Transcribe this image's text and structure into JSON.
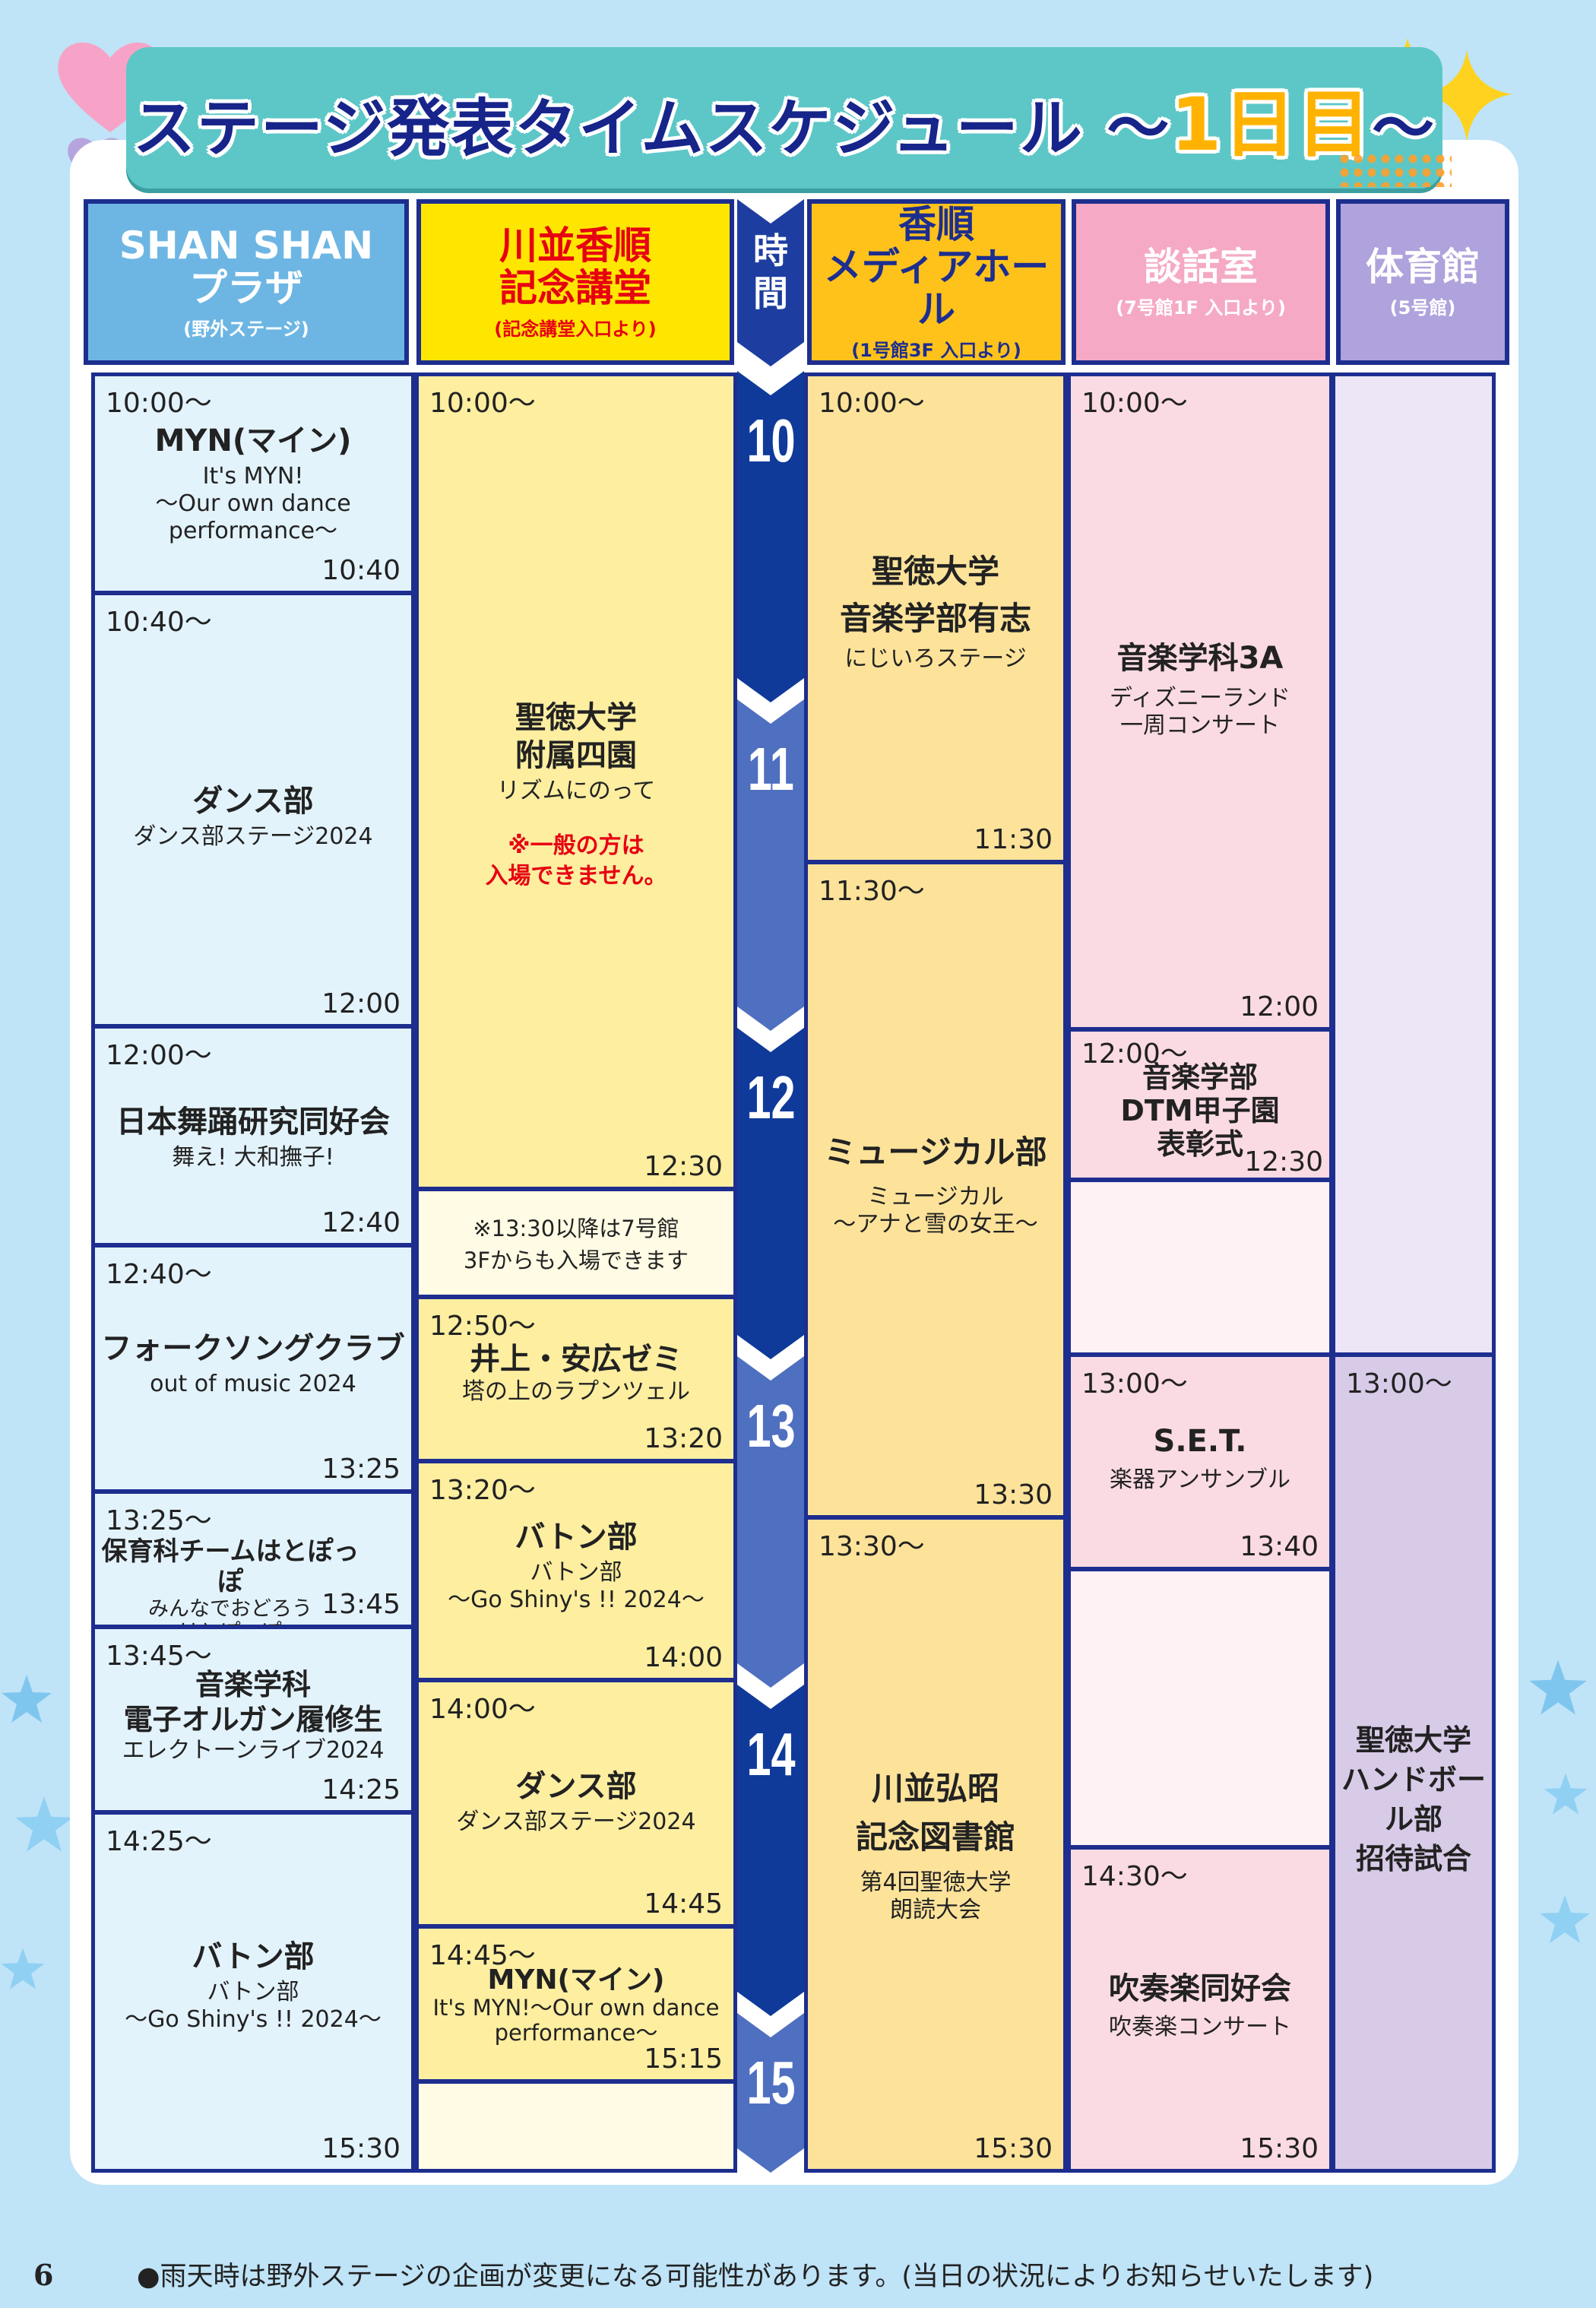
{
  "page": {
    "title_main": "ステージ発表タイムスケジュール ～",
    "title_day": "1日目",
    "title_end": "～",
    "page_number": "6",
    "footnote": "●雨天時は野外ステージの企画が変更になる可能性があります。(当日の状況によりお知らせいたします)"
  },
  "colors": {
    "navy": "#1d2e8f",
    "plaza": "#e3f3fc",
    "hall": "#fdeea0",
    "media": "#fde39a",
    "talk": "#fbdbe3",
    "gym": "#ece6f6",
    "gym_event": "#d8cbe8"
  },
  "time_column": {
    "label": "時\n間",
    "hours": [
      "10",
      "11",
      "12",
      "13",
      "14",
      "15"
    ]
  },
  "columns": [
    {
      "id": "plaza",
      "name": "SHAN SHAN\nプラザ",
      "sub": "(野外ステージ)",
      "slots": [
        {
          "start": "10:00～",
          "end": "10:40",
          "title": "MYN(マイン)",
          "subtitle": "It's MYN!\n～Our own dance\nperformance～"
        },
        {
          "start": "10:40～",
          "end": "12:00",
          "title": "ダンス部",
          "subtitle": "ダンス部ステージ2024"
        },
        {
          "start": "12:00～",
          "end": "12:40",
          "title": "日本舞踊研究同好会",
          "subtitle": "舞え! 大和撫子!"
        },
        {
          "start": "12:40～",
          "end": "13:25",
          "title": "フォークソングクラブ",
          "subtitle": "out of music 2024"
        },
        {
          "start": "13:25～",
          "end": "13:45",
          "title": "保育科チームはとぽっぽ",
          "subtitle": "みんなでおどろう\nはとぽっぽ"
        },
        {
          "start": "13:45～",
          "end": "14:25",
          "title": "音楽学科\n電子オルガン履修生",
          "subtitle": "エレクトーンライブ2024"
        },
        {
          "start": "14:25～",
          "end": "15:30",
          "title": "バトン部",
          "subtitle": "バトン部\n～Go Shiny's !! 2024～"
        }
      ]
    },
    {
      "id": "hall",
      "name": "川並香順\n記念講堂",
      "sub": "(記念講堂入口より)",
      "slots": [
        {
          "start": "10:00～",
          "end": "12:30",
          "title": "聖徳大学\n附属四園",
          "subtitle": "リズムにのって",
          "warning": "※一般の方は\n入場できません。"
        },
        {
          "note": "※13:30以降は7号館\n3Fからも入場できます"
        },
        {
          "start": "12:50～",
          "end": "13:20",
          "title": "井上・安広ゼミ",
          "subtitle": "塔の上のラプンツェル"
        },
        {
          "start": "13:20～",
          "end": "14:00",
          "title": "バトン部",
          "subtitle": "バトン部\n～Go Shiny's !! 2024～"
        },
        {
          "start": "14:00～",
          "end": "14:45",
          "title": "ダンス部",
          "subtitle": "ダンス部ステージ2024"
        },
        {
          "start": "14:45～",
          "end": "15:15",
          "title": "MYN(マイン)",
          "subtitle": "It's MYN!～Our own dance\nperformance～"
        }
      ]
    },
    {
      "id": "media",
      "name": "香順\nメディアホール",
      "sub": "(1号館3F 入口より)",
      "slots": [
        {
          "start": "10:00～",
          "end": "11:30",
          "title": "聖徳大学\n音楽学部有志",
          "subtitle": "にじいろステージ"
        },
        {
          "start": "11:30～",
          "end": "13:30",
          "title": "ミュージカル部",
          "subtitle": "ミュージカル\n～アナと雪の女王～"
        },
        {
          "start": "13:30～",
          "end": "15:30",
          "title": "川並弘昭\n記念図書館",
          "subtitle": "第4回聖徳大学\n朗読大会"
        }
      ]
    },
    {
      "id": "talk",
      "name": "談話室",
      "sub": "(7号館1F 入口より)",
      "slots": [
        {
          "start": "10:00～",
          "end": "12:00",
          "title": "音楽学科3A",
          "subtitle": "ディズニーランド\n一周コンサート"
        },
        {
          "start": "12:00～",
          "end": "12:30",
          "title": "音楽学部\nDTM甲子園\n表彰式"
        },
        {
          "start": "13:00～",
          "end": "13:40",
          "title": "S.E.T.",
          "subtitle": "楽器アンサンブル"
        },
        {
          "start": "14:30～",
          "end": "15:30",
          "title": "吹奏楽同好会",
          "subtitle": "吹奏楽コンサート"
        }
      ]
    },
    {
      "id": "gym",
      "name": "体育館",
      "sub": "(5号館)",
      "slots": [
        {
          "start": "13:00～",
          "title": "聖徳大学\nハンドボール部\n招待試合"
        }
      ]
    }
  ]
}
